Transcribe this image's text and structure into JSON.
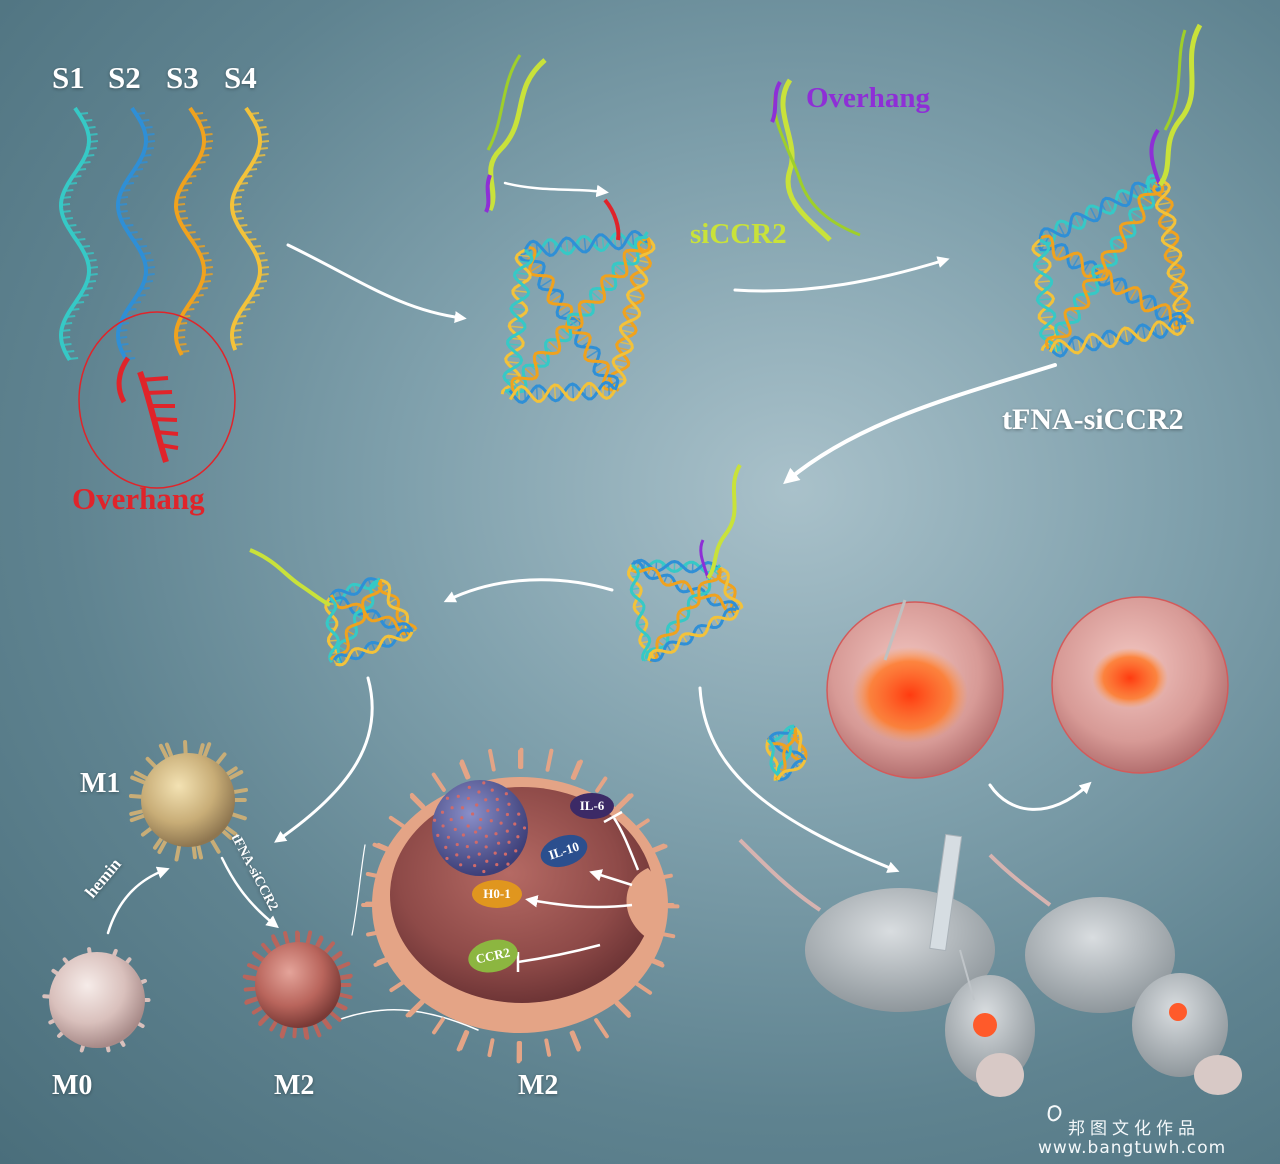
{
  "strands": {
    "s1": "S1",
    "s2": "S2",
    "s3": "S3",
    "s4": "S4"
  },
  "labels": {
    "overhang_red": "Overhang",
    "overhang_purple": "Overhang",
    "sicccr2": "siCCR2",
    "tfna_sicccr2": "tFNA-siCCR2",
    "m0": "M0",
    "m1": "M1",
    "m2_small": "M2",
    "m2_large": "M2",
    "hemin": "hemin",
    "arrow_tfna": "tFNA-siCCR2"
  },
  "cytokines": {
    "il6": "IL-6",
    "il10": "IL-10",
    "ho1": "H0-1",
    "ccr2": "CCR2"
  },
  "watermark": {
    "brand": "邦图文化作品",
    "url": "www.bangtuwh.com"
  },
  "colors": {
    "s1": "#36c9c6",
    "s2": "#2f8fd6",
    "s3": "#f0a21e",
    "s4": "#f3c23a",
    "overhang": "#e0242a",
    "sirna": "#c9e23a",
    "linker": "#8e2fd6",
    "arrow": "#ffffff"
  }
}
